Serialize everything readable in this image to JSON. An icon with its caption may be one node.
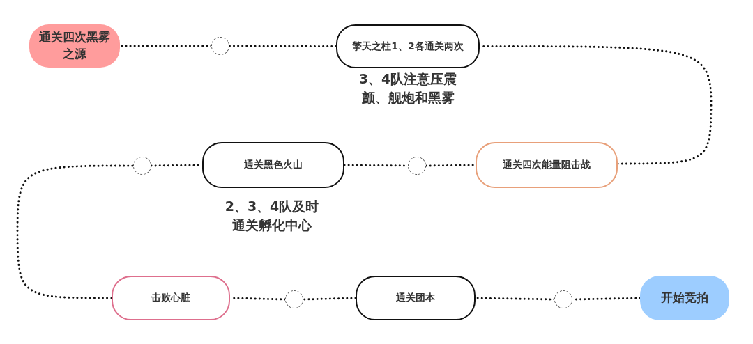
{
  "diagram": {
    "nodes": [
      {
        "text": [
          "通关四次黑雾之源"
        ]
      },
      {
        "text": [],
        "shape": "circle"
      },
      {
        "text": [
          "擎天之柱1、2各通关两次"
        ],
        "beside": [
          "3、4队注意压震颤、舰炮和黑雾"
        ]
      },
      {
        "text": [],
        "shape": "circle"
      },
      {
        "text": [
          "通关黑色火山"
        ],
        "beside": [
          "2、3、4队及时通关孵化中心"
        ]
      },
      {
        "text": [],
        "shape": "circle"
      },
      {
        "text": [
          "通关四次能量阻击战"
        ]
      },
      {
        "text": [
          "击败心脏"
        ]
      },
      {
        "text": [],
        "shape": "circle"
      },
      {
        "text": [
          "通关团本"
        ]
      },
      {
        "text": [],
        "shape": "circle"
      },
      {
        "text": [
          "开始竞拍"
        ]
      }
    ],
    "edges": [
      {
        "from": 11,
        "to": 10,
        "arrow": "none"
      },
      {
        "from": 10,
        "to": 9,
        "arrow": "none"
      },
      {
        "from": 9,
        "to": 8,
        "arrow": "none"
      },
      {
        "from": 8,
        "to": 7,
        "arrow": "none"
      },
      {
        "from": 7,
        "to": 3,
        "arrow": "none"
      },
      {
        "from": 3,
        "to": 4,
        "arrow": "none"
      },
      {
        "from": 4,
        "to": 5,
        "arrow": "none"
      },
      {
        "from": 5,
        "to": 6,
        "arrow": "none"
      },
      {
        "from": 6,
        "to": 2,
        "arrow": "none"
      },
      {
        "from": 2,
        "to": 1,
        "arrow": "none"
      },
      {
        "from": 1,
        "to": 0,
        "arrow": "none"
      }
    ]
  }
}
